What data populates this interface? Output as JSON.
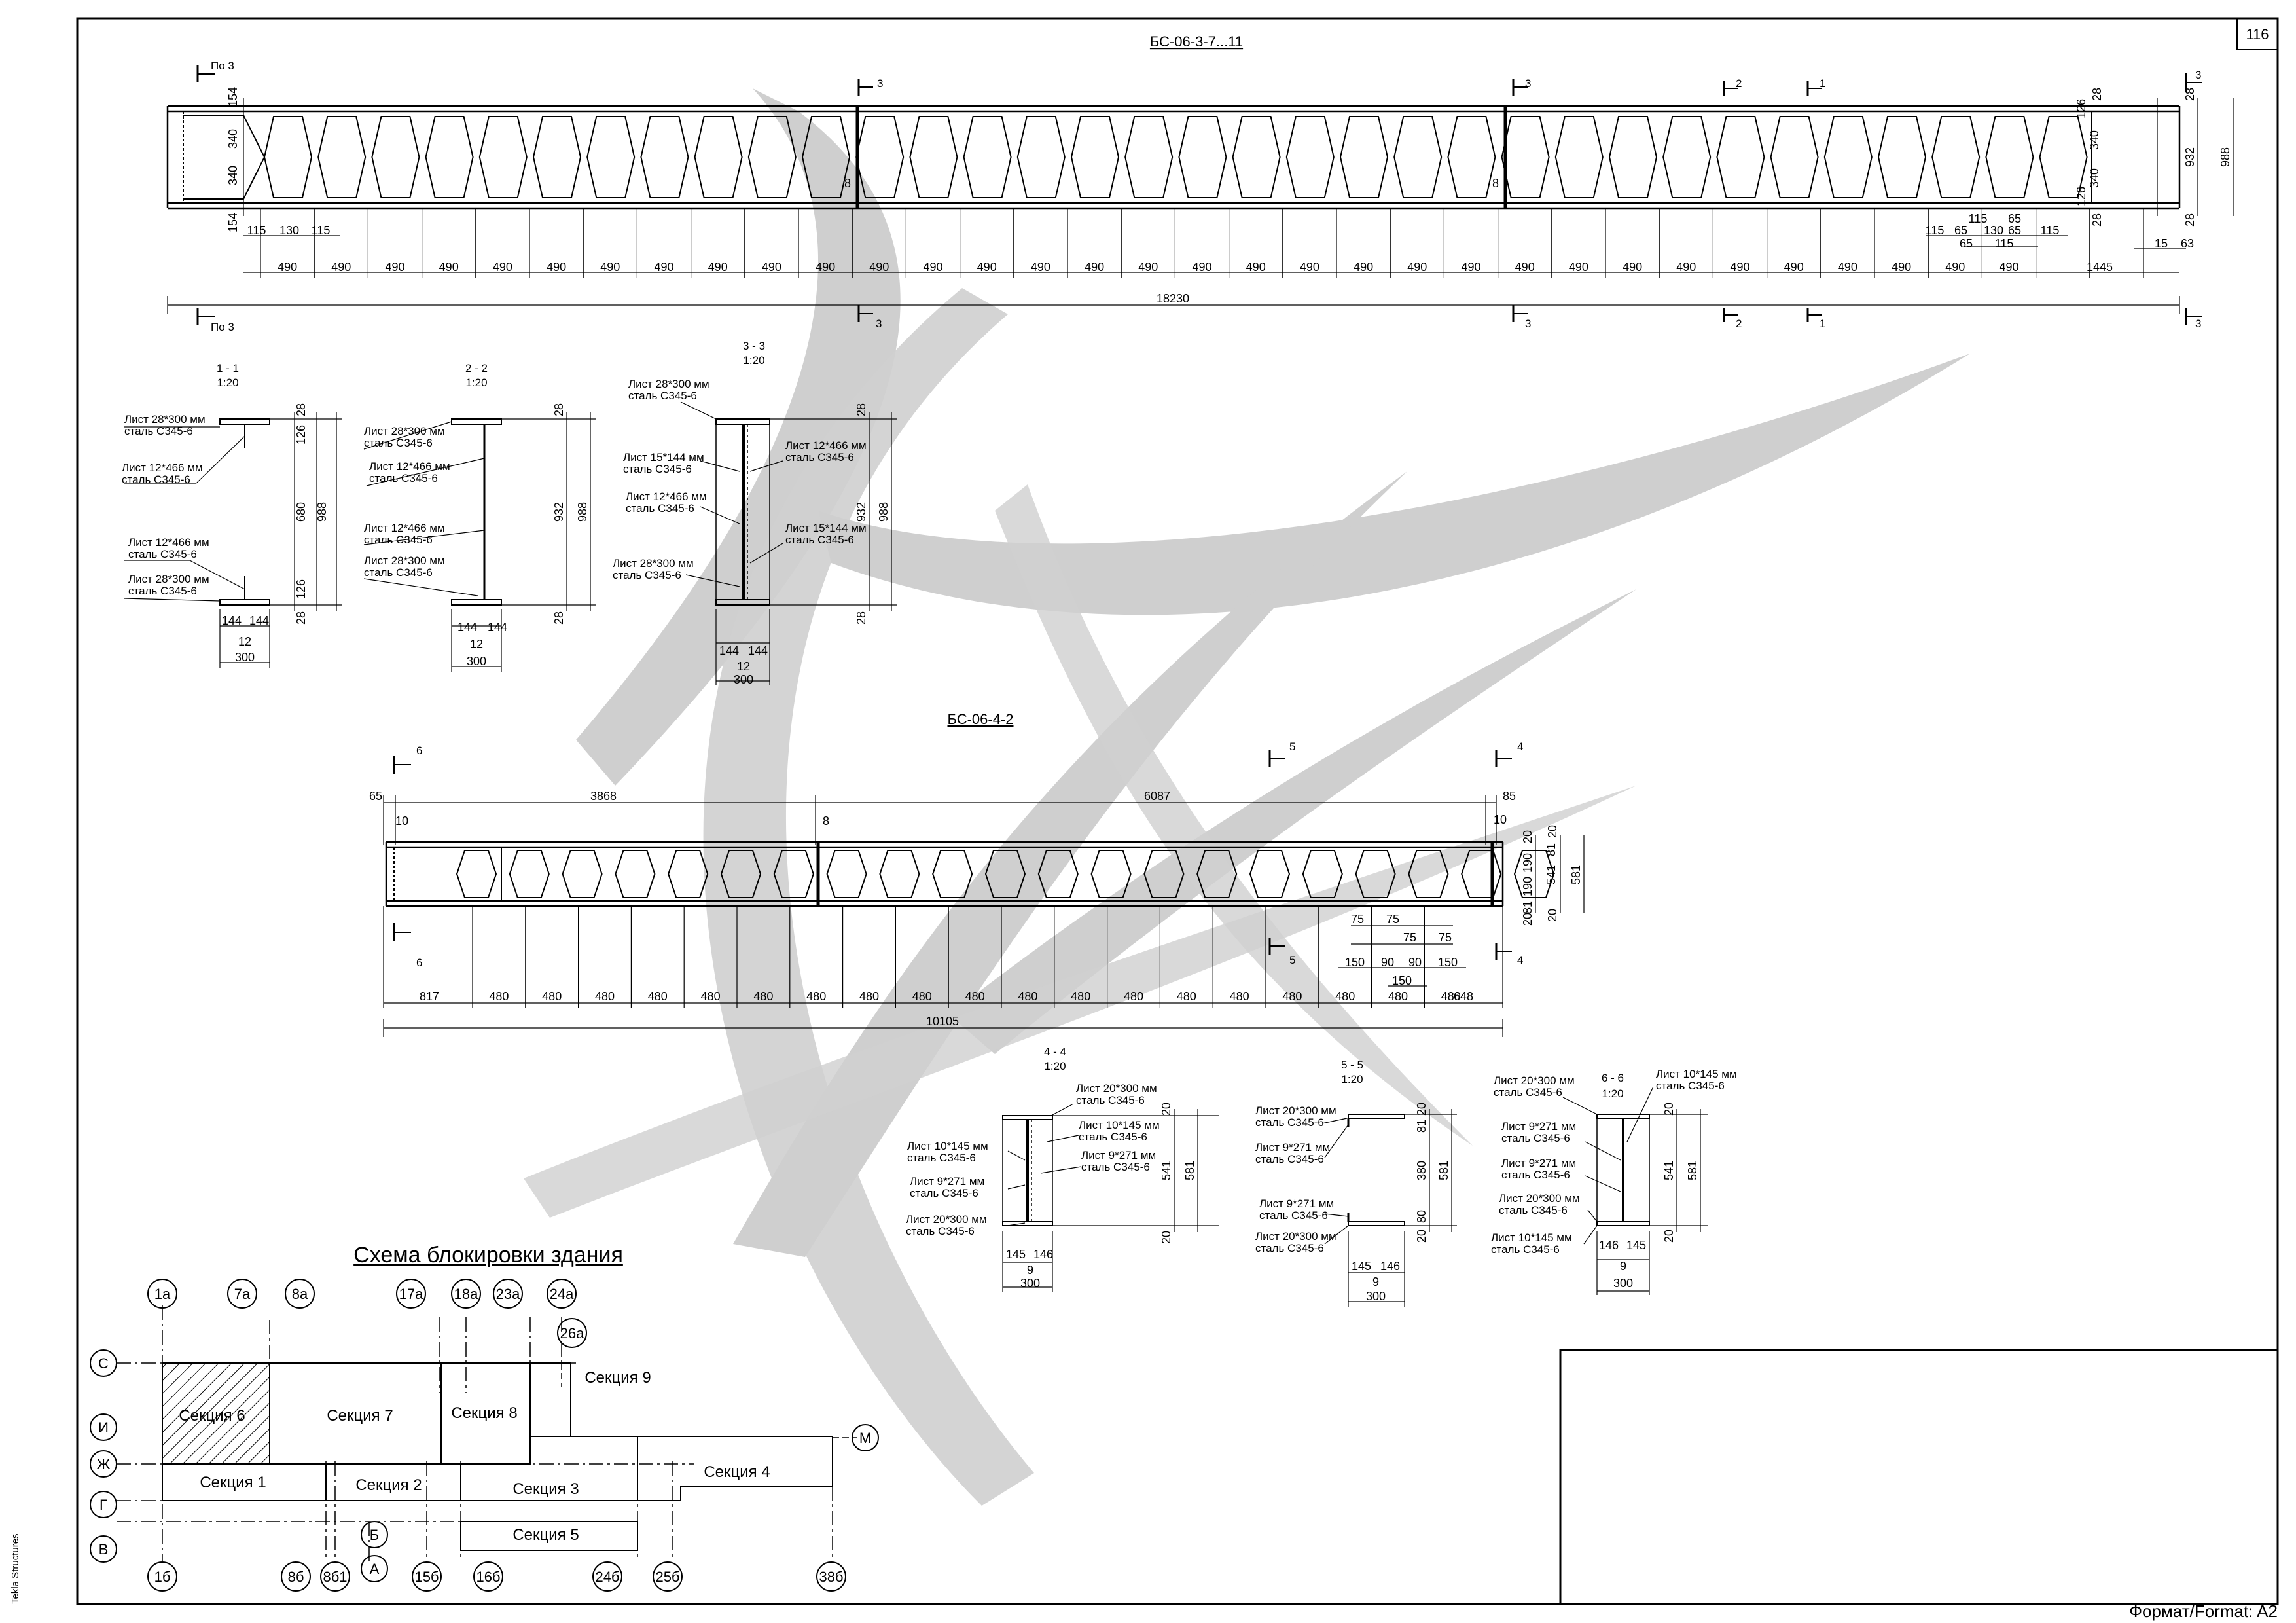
{
  "sheet": {
    "number": "116",
    "format": "Формат/Format: A2",
    "software": "Tekla Structures"
  },
  "beam1": {
    "title": "БС-06-3-7...11",
    "po_label": "По 3",
    "sec3": "3",
    "sec2": "2",
    "sec1": "1",
    "v154": "154",
    "v340": "340",
    "v28": "28",
    "v126": "126",
    "v932": "932",
    "v988": "988",
    "v8": "8",
    "v115": "115",
    "v130": "130",
    "v65": "65",
    "v15": "15",
    "v63": "63",
    "pitch": "490",
    "last": "1445",
    "total": "18230"
  },
  "sections_top": {
    "s11": {
      "title": "1 - 1",
      "scale": "1:20",
      "p1a": "Лист 28*300 мм",
      "p1b": "сталь С345-6",
      "p2a": "Лист 12*466 мм",
      "p2b": "сталь С345-6",
      "p3a": "Лист 12*466 мм",
      "p3b": "сталь С345-6",
      "p4a": "Лист 28*300 мм",
      "p4b": "сталь С345-6",
      "d28": "28",
      "d126": "126",
      "d680": "680",
      "d988": "988",
      "d144": "144",
      "d12": "12",
      "d300": "300"
    },
    "s22": {
      "title": "2 - 2",
      "scale": "1:20",
      "p1a": "Лист 28*300 мм",
      "p1b": "сталь С345-6",
      "p2a": "Лист 12*466 мм",
      "p2b": "сталь С345-6",
      "p3a": "Лист 12*466 мм",
      "p3b": "сталь С345-6",
      "p4a": "Лист 28*300 мм",
      "p4b": "сталь С345-6",
      "d28": "28",
      "d932": "932",
      "d988": "988",
      "d144": "144",
      "d12": "12",
      "d300": "300"
    },
    "s33": {
      "title": "3 - 3",
      "scale": "1:20",
      "p1a": "Лист 28*300 мм",
      "p1b": "сталь С345-6",
      "p2a": "Лист 15*144 мм",
      "p2b": "сталь С345-6",
      "p3a": "Лист 12*466 мм",
      "p3b": "сталь С345-6",
      "p4a": "Лист 28*300 мм",
      "p4b": "сталь С345-6",
      "p5a": "Лист 12*466 мм",
      "p5b": "сталь С345-6",
      "p6a": "Лист 15*144 мм",
      "p6b": "сталь С345-6",
      "d28": "28",
      "d932": "932",
      "d988": "988",
      "d144": "144",
      "d12": "12",
      "d300": "300"
    }
  },
  "beam2": {
    "title": "БС-06-4-2",
    "sec6": "6",
    "sec5": "5",
    "sec4": "4",
    "d65": "65",
    "d3868": "3868",
    "d6087": "6087",
    "d85": "85",
    "d10": "10",
    "d8": "8",
    "d20": "20",
    "d81": "81",
    "d190": "190",
    "d541": "541",
    "d581": "581",
    "d75": "75",
    "d150": "150",
    "d90": "90",
    "first": "817",
    "pitch": "480",
    "last": "648",
    "total": "10105"
  },
  "sections_bottom": {
    "s44": {
      "title": "4 - 4",
      "scale": "1:20",
      "p1a": "Лист 20*300 мм",
      "p1b": "сталь С345-6",
      "p2a": "Лист 10*145 мм",
      "p2b": "сталь С345-6",
      "p3a": "Лист 9*271 мм",
      "p3b": "сталь С345-6",
      "p4a": "Лист 10*145 мм",
      "p4b": "сталь С345-6",
      "p5a": "Лист 9*271 мм",
      "p5b": "сталь С345-6",
      "p6a": "Лист 20*300 мм",
      "p6b": "сталь С345-6",
      "d20": "20",
      "d541": "541",
      "d581": "581",
      "d145": "145",
      "d146": "146",
      "d9": "9",
      "d300": "300"
    },
    "s55": {
      "title": "5 - 5",
      "scale": "1:20",
      "p1a": "Лист 20*300 мм",
      "p1b": "сталь С345-6",
      "p2a": "Лист 9*271 мм",
      "p2b": "сталь С345-6",
      "p3a": "Лист 9*271 мм",
      "p3b": "сталь С345-6",
      "p4a": "Лист 20*300 мм",
      "p4b": "сталь С345-6",
      "d20": "20",
      "d81": "81",
      "d380": "380",
      "d80": "80",
      "d581": "581",
      "d145": "145",
      "d146": "146",
      "d9": "9",
      "d300": "300"
    },
    "s66": {
      "title": "6 - 6",
      "scale": "1:20",
      "p1a": "Лист 20*300 мм",
      "p1b": "сталь С345-6",
      "p2a": "Лист 10*145 мм",
      "p2b": "сталь С345-6",
      "p3a": "Лист 9*271 мм",
      "p3b": "сталь С345-6",
      "p4a": "Лист 9*271 мм",
      "p4b": "сталь С345-6",
      "p5a": "Лист 20*300 мм",
      "p5b": "сталь С345-6",
      "p6a": "Лист 10*145 мм",
      "p6b": "сталь С345-6",
      "d20": "20",
      "d541": "541",
      "d581": "581",
      "d146": "146",
      "d145": "145",
      "d9": "9",
      "d300": "300"
    }
  },
  "scheme": {
    "title": "Схема блокировки здания",
    "top_axes": [
      "1а",
      "7а",
      "8а",
      "17а",
      "18а",
      "23а",
      "24а",
      "26а"
    ],
    "bottom_axes": [
      "1б",
      "8б",
      "8б1",
      "15б",
      "16б",
      "24б",
      "25б",
      "38б"
    ],
    "left_axes": [
      "С",
      "И",
      "Ж",
      "Г",
      "В"
    ],
    "inner_axes": [
      "Б",
      "А",
      "М"
    ],
    "sections": [
      "Секция 6",
      "Секция 7",
      "Секция 8",
      "Секция 9",
      "Секция 1",
      "Секция 2",
      "Секция 3",
      "Секция 4",
      "Секция 5"
    ]
  }
}
